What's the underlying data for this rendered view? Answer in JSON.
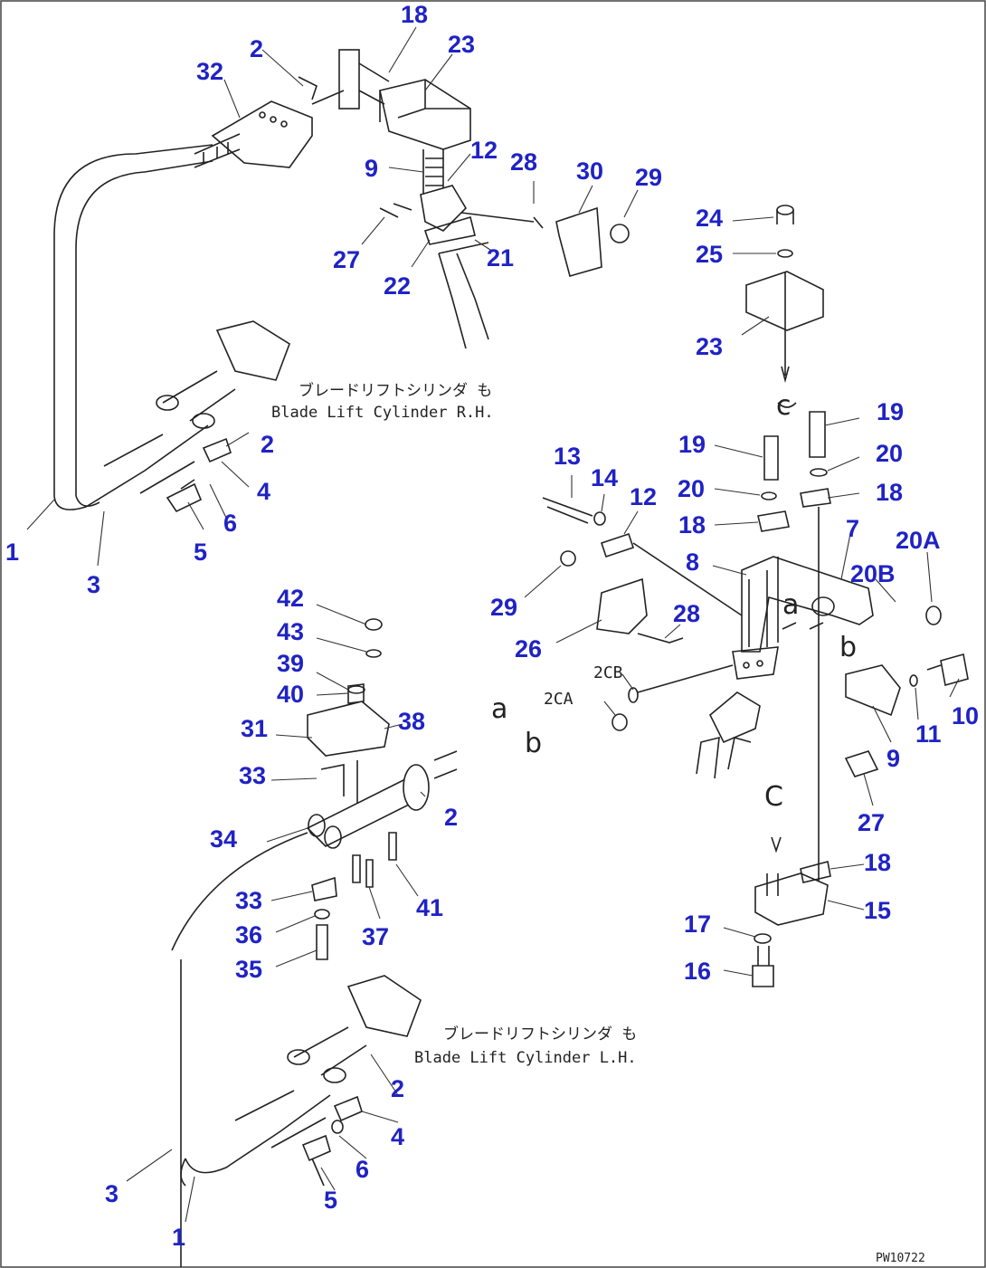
{
  "callouts": {
    "n18_top": "18",
    "n2_top": "2",
    "n23_top": "23",
    "n32": "32",
    "n9_top": "9",
    "n12_top": "12",
    "n28_top": "28",
    "n30": "30",
    "n29_top": "29",
    "n27_top": "27",
    "n22": "22",
    "n21": "21",
    "n24": "24",
    "n25": "25",
    "n23_right": "23",
    "n19_left": "19",
    "n19_right": "19",
    "n20_left": "20",
    "n20_right": "20",
    "n18_r1": "18",
    "n18_r2": "18",
    "n13": "13",
    "n14": "14",
    "n12_mid": "12",
    "n7": "7",
    "n20a": "20A",
    "n8": "8",
    "n20b": "20B",
    "n29_mid": "29",
    "n28_mid": "28",
    "n26": "26",
    "n10": "10",
    "n11": "11",
    "n9_mid": "9",
    "n27_mid": "27",
    "n18_low": "18",
    "n15": "15",
    "n17": "17",
    "n16": "16",
    "n2_upper": "2",
    "n4_upper": "4",
    "n6_upper": "6",
    "n5_upper": "5",
    "n1_upper": "1",
    "n3_upper": "3",
    "n42": "42",
    "n43": "43",
    "n39": "39",
    "n40": "40",
    "n31": "31",
    "n38": "38",
    "n33_a": "33",
    "n2_mid": "2",
    "n34": "34",
    "n33_b": "33",
    "n36": "36",
    "n35": "35",
    "n37": "37",
    "n41": "41",
    "n2_low": "2",
    "n4_low": "4",
    "n6_low": "6",
    "n5_low": "5",
    "n3_low": "3",
    "n1_low": "1"
  },
  "notes": {
    "upper_jp": "ブレードリフトシリンダ  も",
    "upper_en": "Blade Lift Cylinder R.H.",
    "lower_jp": "ブレードリフトシリンダ  も",
    "lower_en": "Blade Lift Cylinder L.H."
  },
  "markers": {
    "a_mid": "a",
    "b_mid": "b",
    "a_right": "a",
    "b_right": "b",
    "c_right": "c",
    "c_bottom": "C",
    "label_2cb": "2CB",
    "label_2ca": "2CA"
  },
  "drawing_code": "PW10722",
  "colors": {
    "callout": "#1f23c4",
    "line": "#222222",
    "background": "#ffffff"
  }
}
